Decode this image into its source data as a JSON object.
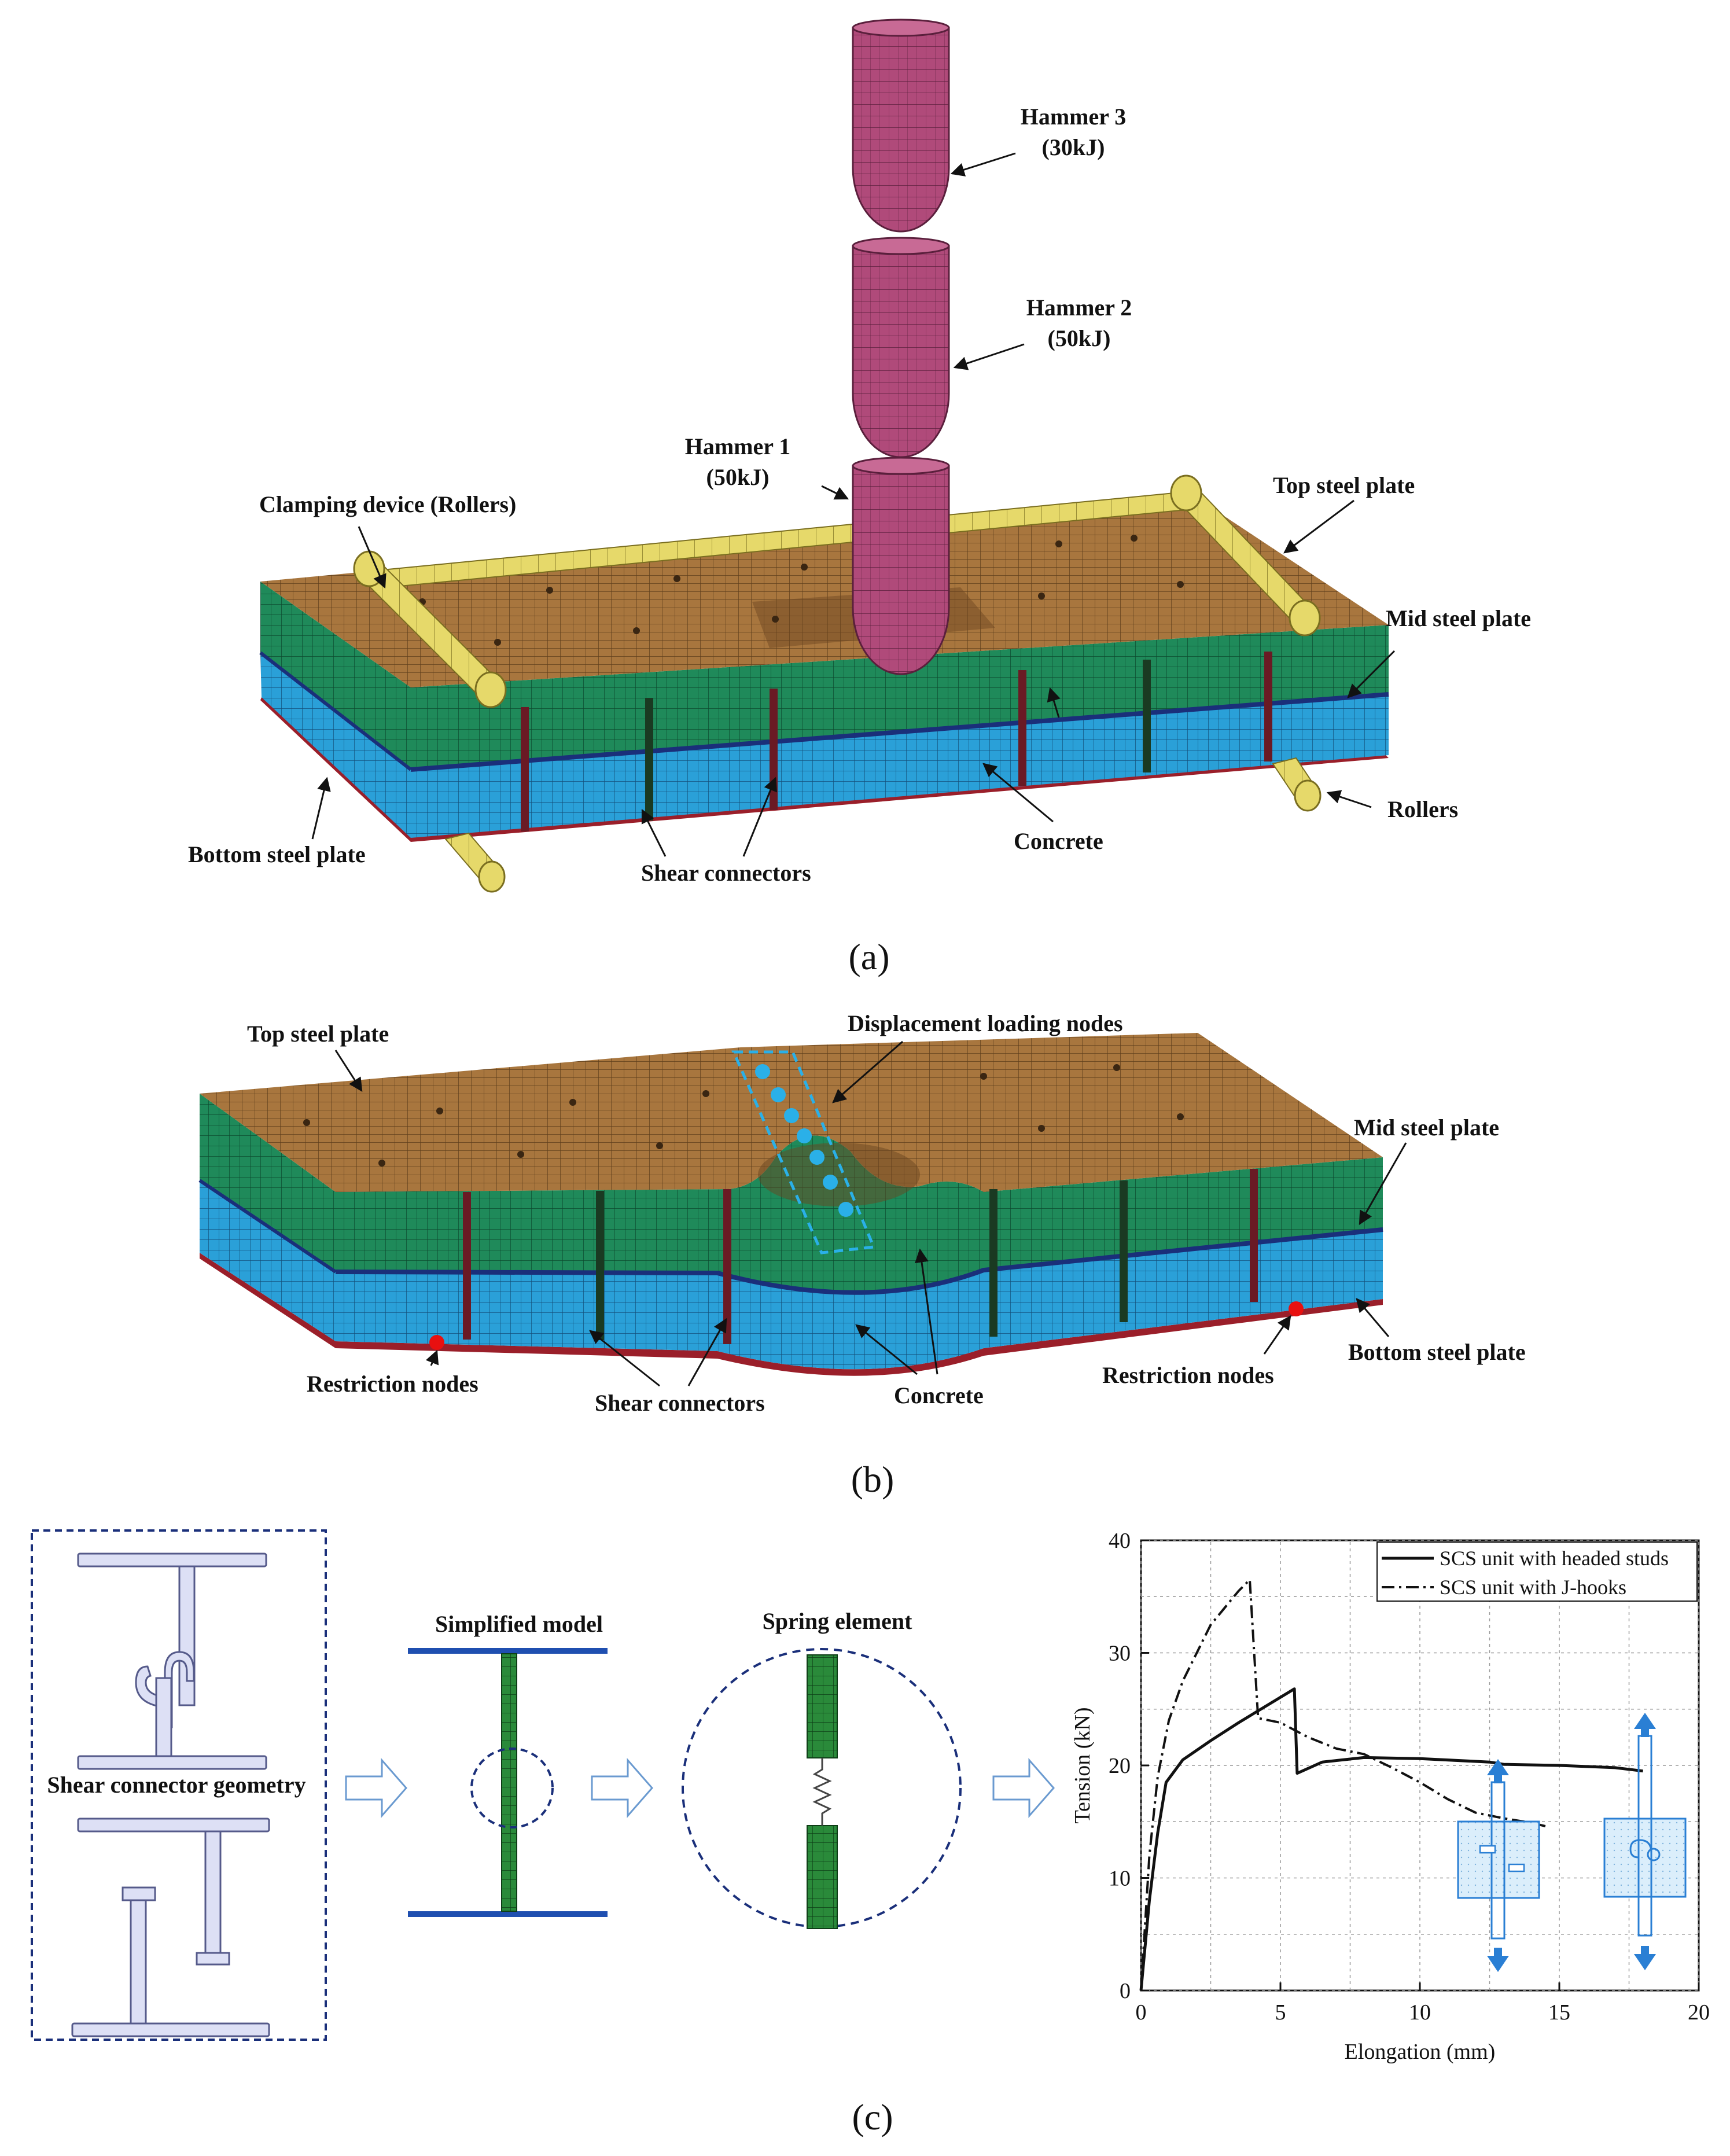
{
  "colors": {
    "hammer": "#b04a7a",
    "steel_top": "#a8763e",
    "concrete_green": "#1f8a5a",
    "concrete_blue": "#2aa0d8",
    "roller": "#e6d96a",
    "bottom_plate": "#9a1f2a",
    "connector_blue": "#1f4fb0",
    "spring_green": "#2a8a3a",
    "arrow_blue": "#2a7fd4",
    "loading_nodes": "#2ab0e8",
    "restriction_nodes": "#e81010"
  },
  "panel_a": {
    "caption": "(a)",
    "labels": {
      "hammer3": [
        "Hammer 3",
        "(30kJ)"
      ],
      "hammer2": [
        "Hammer 2",
        "(50kJ)"
      ],
      "hammer1": [
        "Hammer 1",
        "(50kJ)"
      ],
      "clamping": "Clamping device (Rollers)",
      "top_plate": "Top steel plate",
      "mid_plate": "Mid steel plate",
      "rollers": "Rollers",
      "bottom_plate": "Bottom steel plate",
      "shear": "Shear connectors",
      "concrete": "Concrete"
    }
  },
  "panel_b": {
    "caption": "(b)",
    "labels": {
      "top_plate": "Top steel plate",
      "disp_nodes": "Displacement loading nodes",
      "mid_plate": "Mid steel plate",
      "restriction_left": "Restriction nodes",
      "restriction_right": "Restriction nodes",
      "bottom_plate": "Bottom steel plate",
      "shear": "Shear connectors",
      "concrete": "Concrete"
    }
  },
  "panel_c": {
    "caption": "(c)",
    "labels": {
      "geometry": "Shear connector geometry",
      "simplified": "Simplified model",
      "spring": "Spring element"
    }
  },
  "chart_data": {
    "type": "line",
    "xlabel": "Elongation (mm)",
    "ylabel": "Tension (kN)",
    "xlim": [
      0,
      20
    ],
    "ylim": [
      0,
      40
    ],
    "xticks": [
      0,
      5,
      10,
      15,
      20
    ],
    "yticks": [
      0,
      10,
      20,
      30,
      40
    ],
    "grid": true,
    "legend_position": "top-right",
    "series": [
      {
        "name": "SCS unit with headed studs",
        "style": "solid",
        "points": [
          [
            0,
            0
          ],
          [
            0.3,
            8
          ],
          [
            0.6,
            14
          ],
          [
            0.9,
            18.5
          ],
          [
            1.5,
            20.5
          ],
          [
            2.5,
            22.2
          ],
          [
            3.5,
            23.8
          ],
          [
            4.5,
            25.3
          ],
          [
            5.5,
            26.8
          ],
          [
            5.6,
            19.3
          ],
          [
            6.5,
            20.3
          ],
          [
            8,
            20.7
          ],
          [
            10,
            20.6
          ],
          [
            12.5,
            20.3
          ],
          [
            13,
            20.1
          ],
          [
            15,
            20.0
          ],
          [
            17,
            19.8
          ],
          [
            18,
            19.5
          ]
        ]
      },
      {
        "name": "SCS unit with J-hooks",
        "style": "dashdot",
        "points": [
          [
            0,
            0
          ],
          [
            0.3,
            12
          ],
          [
            0.6,
            19
          ],
          [
            1,
            24
          ],
          [
            1.5,
            27.5
          ],
          [
            2,
            30
          ],
          [
            2.5,
            32.5
          ],
          [
            3,
            34
          ],
          [
            3.5,
            35.5
          ],
          [
            3.9,
            36.5
          ],
          [
            4.2,
            24.2
          ],
          [
            5,
            23.8
          ],
          [
            6,
            22.5
          ],
          [
            7,
            21.5
          ],
          [
            8,
            21
          ],
          [
            9,
            19.8
          ],
          [
            10,
            18.5
          ],
          [
            11,
            17
          ],
          [
            12,
            15.8
          ],
          [
            13,
            15.3
          ],
          [
            14,
            14.9
          ],
          [
            14.5,
            14.6
          ]
        ]
      }
    ]
  }
}
